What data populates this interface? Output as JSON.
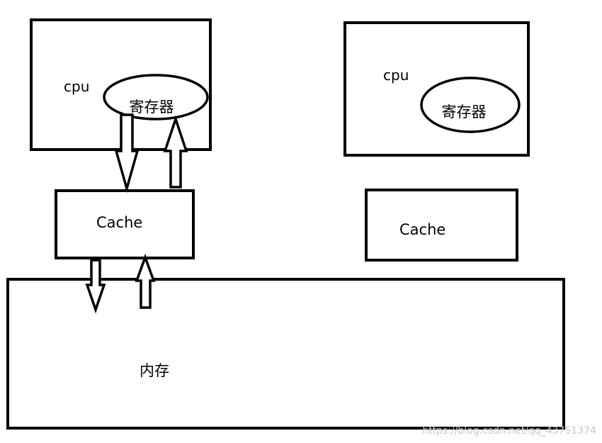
{
  "left_group": {
    "cpu_label": "cpu",
    "register_label": "寄存器",
    "cache_label": "Cache",
    "memory_label": "内存"
  },
  "right_group": {
    "cpu_label": "cpu",
    "register_label": "寄存器",
    "cache_label": "Cache"
  },
  "watermark": "https://blog.csdn.net/qq_43751374",
  "colors": {
    "stroke": "#000000",
    "background": "#ffffff",
    "watermark": "#c8c8c8"
  }
}
